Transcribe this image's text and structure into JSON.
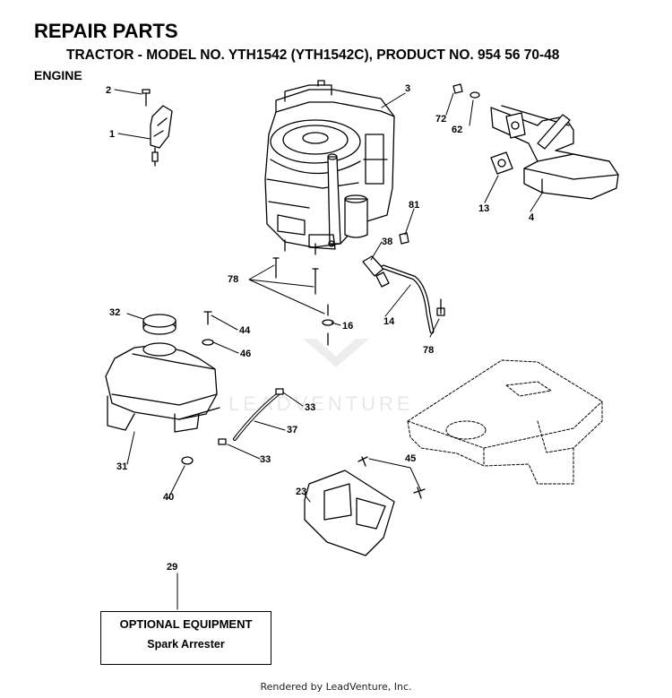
{
  "header": {
    "title": "REPAIR PARTS",
    "subtitle": "TRACTOR - MODEL NO. YTH1542 (YTH1542C), PRODUCT NO. 954 56 70-48",
    "section": "ENGINE"
  },
  "callouts": {
    "c1": "1",
    "c2": "2",
    "c3": "3",
    "c4": "4",
    "c13": "13",
    "c14": "14",
    "c16": "16",
    "c23": "23",
    "c29": "29",
    "c31": "31",
    "c32": "32",
    "c33a": "33",
    "c33b": "33",
    "c37": "37",
    "c38": "38",
    "c40": "40",
    "c44": "44",
    "c45": "45",
    "c46": "46",
    "c62": "62",
    "c72": "72",
    "c78a": "78",
    "c78b": "78",
    "c81": "81"
  },
  "optional_equipment": {
    "title": "OPTIONAL EQUIPMENT",
    "item": "Spark Arrester"
  },
  "watermark": "LEADVENTURE",
  "footer": "Rendered by LeadVenture, Inc."
}
